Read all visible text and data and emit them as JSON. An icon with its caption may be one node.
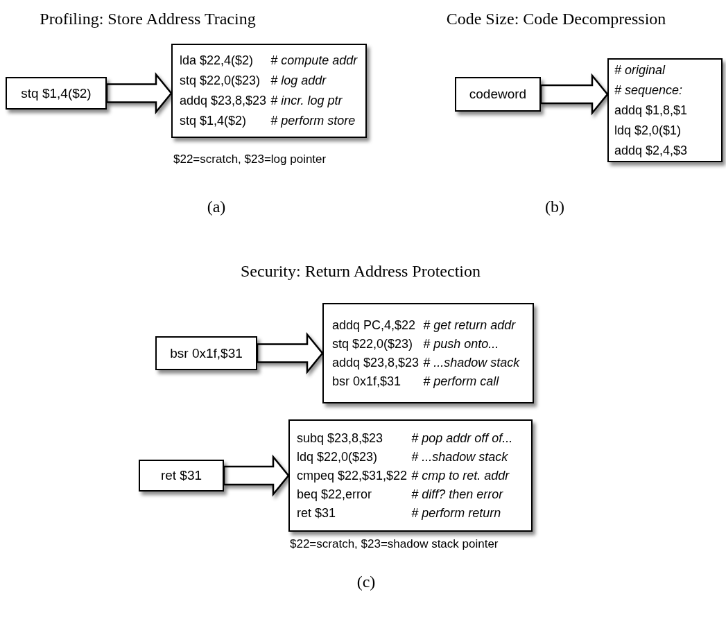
{
  "diagram": {
    "nodes": [
      {
        "text": [
          "stq $1,4($2)"
        ]
      },
      {
        "text": [
          "lda $22,4($2)",
          "# compute addr",
          "stq $22,0($23)",
          "# log addr",
          "addq $23,8,$23",
          "# incr. log ptr",
          "stq $1,4($2)",
          "# perform store"
        ],
        "beside": [
          "$22=scratch, $23=log pointer"
        ]
      },
      {
        "text": [
          "codeword"
        ]
      },
      {
        "text": [
          "# original",
          "# sequence:",
          "addq $1,8,$1",
          "ldq $2,0($1)",
          "addq $2,4,$3"
        ]
      },
      {
        "text": [
          "bsr 0x1f,$31"
        ]
      },
      {
        "text": [
          "addq PC,4,$22",
          "# get return addr",
          "stq $22,0($23)",
          "# push onto...",
          "addq $23,8,$23",
          "# ...shadow stack",
          "bsr 0x1f,$31",
          "# perform call"
        ]
      },
      {
        "text": [
          "ret $31"
        ]
      },
      {
        "text": [
          "subq $23,8,$23",
          "# pop addr off of...",
          "ldq $22,0($23)",
          "# ...shadow stack",
          "cmpeq $22,$31,$22",
          "# cmp to ret. addr",
          "beq $22,error",
          "# diff? then error",
          "ret $31",
          "# perform return"
        ],
        "beside": [
          "$22=scratch, $23=shadow stack pointer"
        ]
      }
    ],
    "edges": [
      {
        "from": 0,
        "to": 1,
        "arrow": "to",
        "style": "thick"
      },
      {
        "from": 2,
        "to": 3,
        "arrow": "to",
        "style": "thick"
      },
      {
        "from": 4,
        "to": 5,
        "arrow": "to",
        "style": "thick"
      },
      {
        "from": 6,
        "to": 7,
        "arrow": "to",
        "style": "thick"
      }
    ],
    "labels": [
      "Profiling: Store Address Tracing",
      "Code Size: Code Decompression",
      "(a)",
      "(b)",
      "Security: Return Address Protection",
      "(c)"
    ]
  }
}
